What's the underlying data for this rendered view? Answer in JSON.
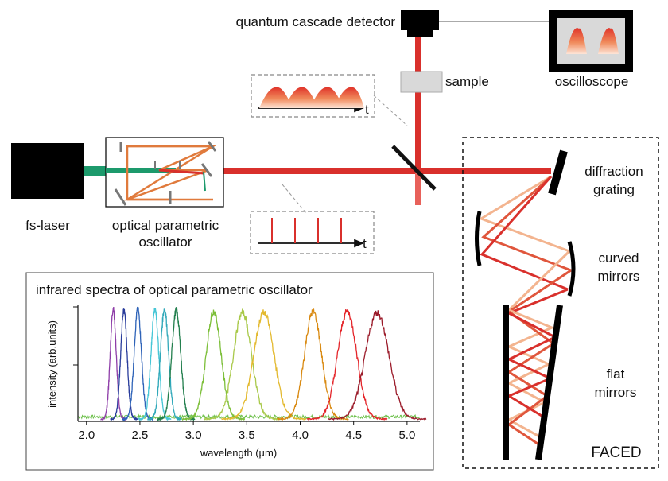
{
  "labels": {
    "detector": "quantum cascade detector",
    "sample": "sample",
    "oscilloscope": "oscilloscope",
    "laser": "fs-laser",
    "opo_line1": "optical parametric",
    "opo_line2": "oscillator",
    "grating_line1": "diffraction",
    "grating_line2": "grating",
    "curved_line1": "curved",
    "curved_line2": "mirrors",
    "flat_line1": "flat",
    "flat_line2": "mirrors",
    "faced": "FACED",
    "t_top": "t",
    "t_bottom": "t"
  },
  "colors": {
    "beam": "#d9302c",
    "pump": "#1d9a6c",
    "opo_path": "#e07a3c",
    "pale": "#f3b48f",
    "mid": "#e0563c"
  },
  "chart_data": {
    "type": "line",
    "title": "infrared spectra of optical parametric oscillator",
    "xlabel": "wavelength (µm)",
    "ylabel": "intensity (arb.units)",
    "xlim": [
      1.92,
      5.12
    ],
    "ylim": [
      0,
      1
    ],
    "xticks": [
      "2.0",
      "2.5",
      "3.0",
      "3.5",
      "4.0",
      "4.5",
      "5.0"
    ],
    "xtick_values": [
      2.0,
      2.5,
      3.0,
      3.5,
      4.0,
      4.5,
      5.0
    ],
    "series": [
      {
        "center": 2.25,
        "width": 0.028,
        "peak": 0.96,
        "color": "#8e3da8"
      },
      {
        "center": 2.35,
        "width": 0.03,
        "peak": 0.95,
        "color": "#2a3d9c"
      },
      {
        "center": 2.48,
        "width": 0.034,
        "peak": 0.96,
        "color": "#2e63b8"
      },
      {
        "center": 2.64,
        "width": 0.036,
        "peak": 0.96,
        "color": "#46c6d6"
      },
      {
        "center": 2.73,
        "width": 0.038,
        "peak": 0.96,
        "color": "#2fa8b9"
      },
      {
        "center": 2.84,
        "width": 0.042,
        "peak": 0.95,
        "color": "#237f4e"
      },
      {
        "center": 3.19,
        "width": 0.07,
        "peak": 0.94,
        "color": "#7dbf3a"
      },
      {
        "center": 3.46,
        "width": 0.085,
        "peak": 0.93,
        "color": "#a9c94a"
      },
      {
        "center": 3.66,
        "width": 0.095,
        "peak": 0.93,
        "color": "#e3b92e"
      },
      {
        "center": 4.12,
        "width": 0.08,
        "peak": 0.94,
        "color": "#d98a12"
      },
      {
        "center": 4.44,
        "width": 0.09,
        "peak": 0.94,
        "color": "#e4252a"
      },
      {
        "center": 4.72,
        "width": 0.11,
        "peak": 0.93,
        "color": "#9b1b2a"
      }
    ]
  }
}
